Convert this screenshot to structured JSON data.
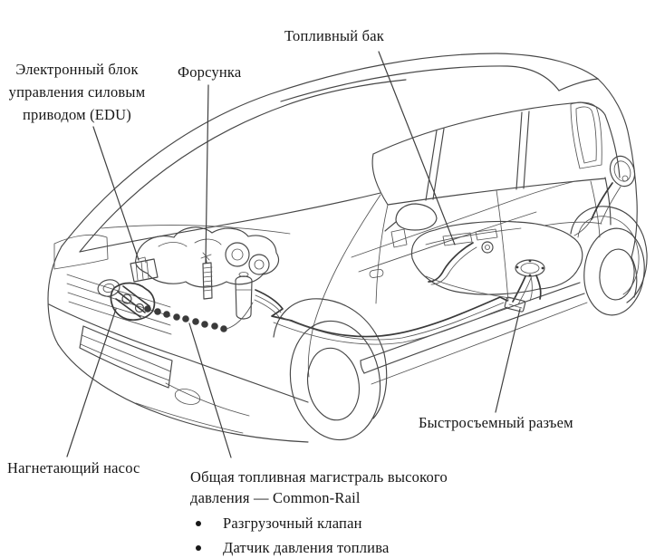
{
  "diagram": {
    "kind": "vehicle-fuel-system-illustration",
    "background_color": "#ffffff",
    "line_color": "#474747",
    "text_color": "#161616",
    "labels": {
      "fuel_tank": "Топливный бак",
      "edu_line1": "Электронный блок",
      "edu_line2": "управления силовым",
      "edu_line3": "приводом (EDU)",
      "injector": "Форсунка",
      "supply_pump": "Нагнетающий насос",
      "common_rail_line1": "Общая топливная магистраль высокого",
      "common_rail_line2": "давления — Common-Rail",
      "common_rail_item1": "Разгрузочный клапан",
      "common_rail_item2": "Датчик давления топлива",
      "quick_connector": "Быстросъемный разъем"
    }
  }
}
